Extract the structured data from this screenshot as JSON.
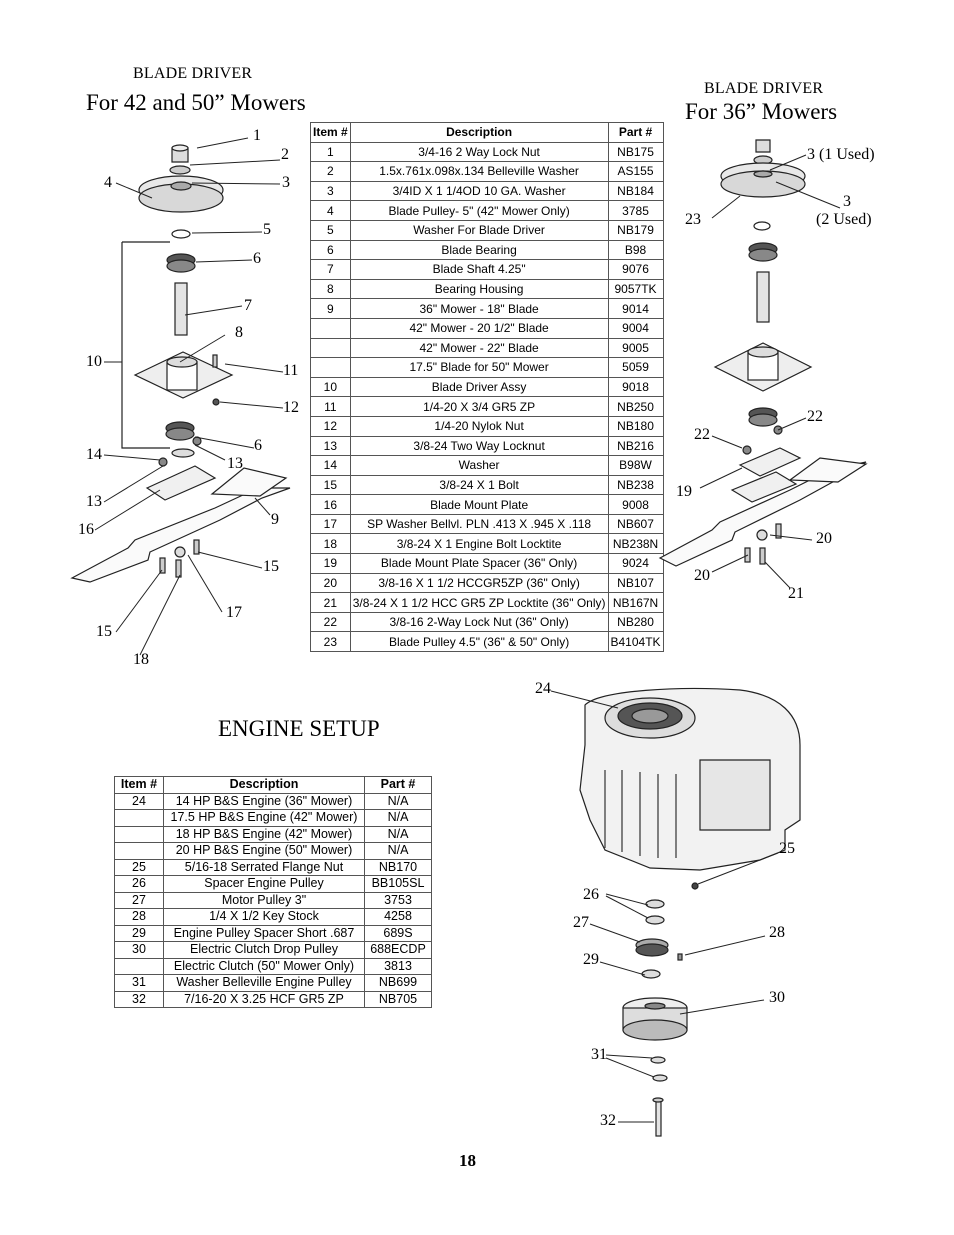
{
  "left_header": {
    "line1": "BLADE DRIVER",
    "line2": "For 42 and 50” Mowers"
  },
  "right_header": {
    "line1": "BLADE DRIVER",
    "line2": "For 36” Mowers"
  },
  "blade_table": {
    "headers": [
      "Item #",
      "Description",
      "Part #"
    ],
    "rows": [
      [
        "1",
        "3/4-16 2 Way Lock Nut",
        "NB175"
      ],
      [
        "2",
        "1.5x.761x.098x.134 Belleville Washer",
        "AS155"
      ],
      [
        "3",
        "3/4ID X 1 1/4OD 10 GA. Washer",
        "NB184"
      ],
      [
        "4",
        "Blade Pulley- 5\" (42\" Mower Only)",
        "3785"
      ],
      [
        "5",
        "Washer For Blade Driver",
        "NB179"
      ],
      [
        "6",
        "Blade Bearing",
        "B98"
      ],
      [
        "7",
        "Blade Shaft 4.25\"",
        "9076"
      ],
      [
        "8",
        "Bearing Housing",
        "9057TK"
      ],
      [
        "9",
        "36\" Mower - 18\" Blade",
        "9014"
      ],
      [
        "",
        "42\" Mower - 20 1/2\" Blade",
        "9004"
      ],
      [
        "",
        "42\" Mower - 22\" Blade",
        "9005"
      ],
      [
        "",
        "17.5\" Blade for 50\" Mower",
        "5059"
      ],
      [
        "10",
        "Blade Driver Assy",
        "9018"
      ],
      [
        "11",
        "1/4-20 X 3/4 GR5 ZP",
        "NB250"
      ],
      [
        "12",
        "1/4-20 Nylok Nut",
        "NB180"
      ],
      [
        "13",
        "3/8-24 Two Way Locknut",
        "NB216"
      ],
      [
        "14",
        "Washer",
        "B98W"
      ],
      [
        "15",
        "3/8-24 X 1 Bolt",
        "NB238"
      ],
      [
        "16",
        "Blade Mount Plate",
        "9008"
      ],
      [
        "17",
        "SP Washer Bellvl. PLN .413 X .945 X .118",
        "NB607"
      ],
      [
        "18",
        "3/8-24 X 1 Engine Bolt Locktite",
        "NB238N"
      ],
      [
        "19",
        "Blade Mount Plate Spacer (36\" Only)",
        "9024"
      ],
      [
        "20",
        "3/8-16 X 1 1/2 HCCGR5ZP (36\" Only)",
        "NB107"
      ],
      [
        "21",
        "3/8-24 X 1 1/2 HCC GR5 ZP Locktite (36\" Only)",
        "NB167N"
      ],
      [
        "22",
        "3/8-16 2-Way Lock Nut (36\" Only)",
        "NB280"
      ],
      [
        "23",
        "Blade Pulley 4.5\" (36\" & 50\" Only)",
        "B4104TK"
      ]
    ]
  },
  "engine_title": "ENGINE SETUP",
  "engine_table": {
    "headers": [
      "Item #",
      "Description",
      "Part #"
    ],
    "rows": [
      [
        "24",
        "14 HP B&S Engine (36\" Mower)",
        "N/A"
      ],
      [
        "",
        "17.5 HP B&S Engine (42\" Mower)",
        "N/A"
      ],
      [
        "",
        "18 HP B&S Engine (42\" Mower)",
        "N/A"
      ],
      [
        "",
        "20 HP B&S Engine (50\" Mower)",
        "N/A"
      ],
      [
        "25",
        "5/16-18 Serrated Flange Nut",
        "NB170"
      ],
      [
        "26",
        "Spacer Engine Pulley",
        "BB105SL"
      ],
      [
        "27",
        "Motor Pulley 3\"",
        "3753"
      ],
      [
        "28",
        "1/4 X 1/2 Key Stock",
        "4258"
      ],
      [
        "29",
        "Engine Pulley Spacer Short .687",
        "689S"
      ],
      [
        "30",
        "Electric Clutch Drop Pulley",
        "688ECDP"
      ],
      [
        "",
        "Electric Clutch (50\" Mower Only)",
        "3813"
      ],
      [
        "31",
        "Washer Belleville Engine Pulley",
        "NB699"
      ],
      [
        "32",
        "7/16-20 X 3.25 HCF GR5 ZP",
        "NB705"
      ]
    ]
  },
  "left_callouts": [
    "1",
    "2",
    "3",
    "4",
    "5",
    "6",
    "7",
    "8",
    "10",
    "11",
    "12",
    "6",
    "14",
    "13",
    "13",
    "9",
    "16",
    "15",
    "17",
    "15",
    "18"
  ],
  "right_callouts": [
    "3 (1 Used)",
    "3",
    "(2 Used)",
    "23",
    "22",
    "22",
    "19",
    "20",
    "20",
    "21"
  ],
  "engine_callouts": [
    "24",
    "25",
    "26",
    "27",
    "28",
    "29",
    "30",
    "31",
    "32"
  ],
  "page_number": "18"
}
